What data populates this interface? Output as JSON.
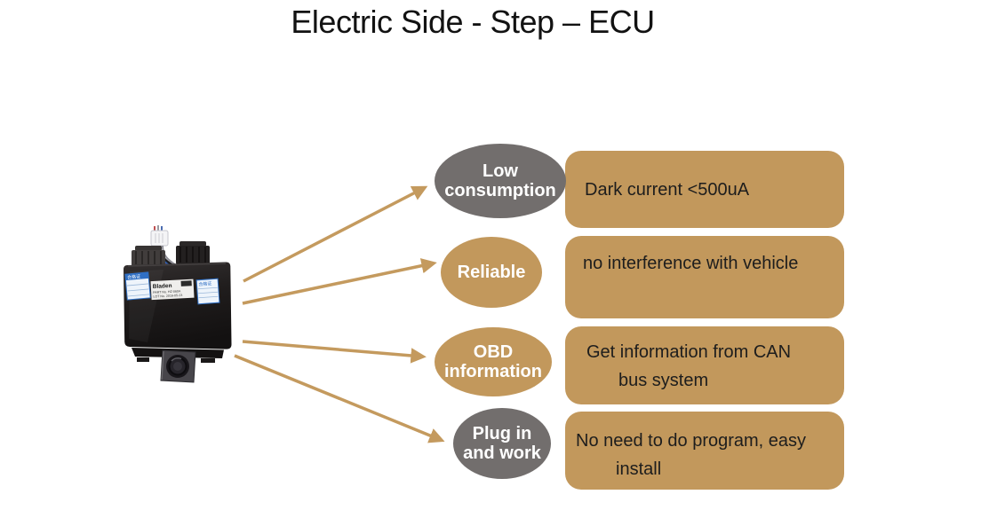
{
  "title": "Electric Side - Step – ECU",
  "colors": {
    "accent_tan": "#c2985c",
    "arrow_tan": "#c49a5e",
    "bubble_gray": "#726e6d",
    "card_text": "#1d1d1d",
    "bubble_text": "#ffffff",
    "title_text": "#121212"
  },
  "device": {
    "alt": "Step ECU control module photo",
    "left_label_text": "合格证",
    "right_label_text": "合格证",
    "brand_text": "Bladen",
    "part_text": "PART No. HZ-060A",
    "lot_text": "LOT No. 2016-05-23"
  },
  "features": [
    {
      "bubble_line1": "Low",
      "bubble_line2": "consumption",
      "variant": "gray",
      "desc_line1": "Dark current <500uA",
      "desc_line2": ""
    },
    {
      "bubble_line1": "Reliable",
      "bubble_line2": "",
      "variant": "tan",
      "desc_line1": "no interference with vehicle",
      "desc_line2": ""
    },
    {
      "bubble_line1": "OBD",
      "bubble_line2": "information",
      "variant": "tan",
      "desc_line1": "Get information from CAN",
      "desc_line2": "bus system"
    },
    {
      "bubble_line1": "Plug in",
      "bubble_line2": "and work",
      "variant": "gray",
      "desc_line1": "No need to do program, easy",
      "desc_line2": "install"
    }
  ]
}
